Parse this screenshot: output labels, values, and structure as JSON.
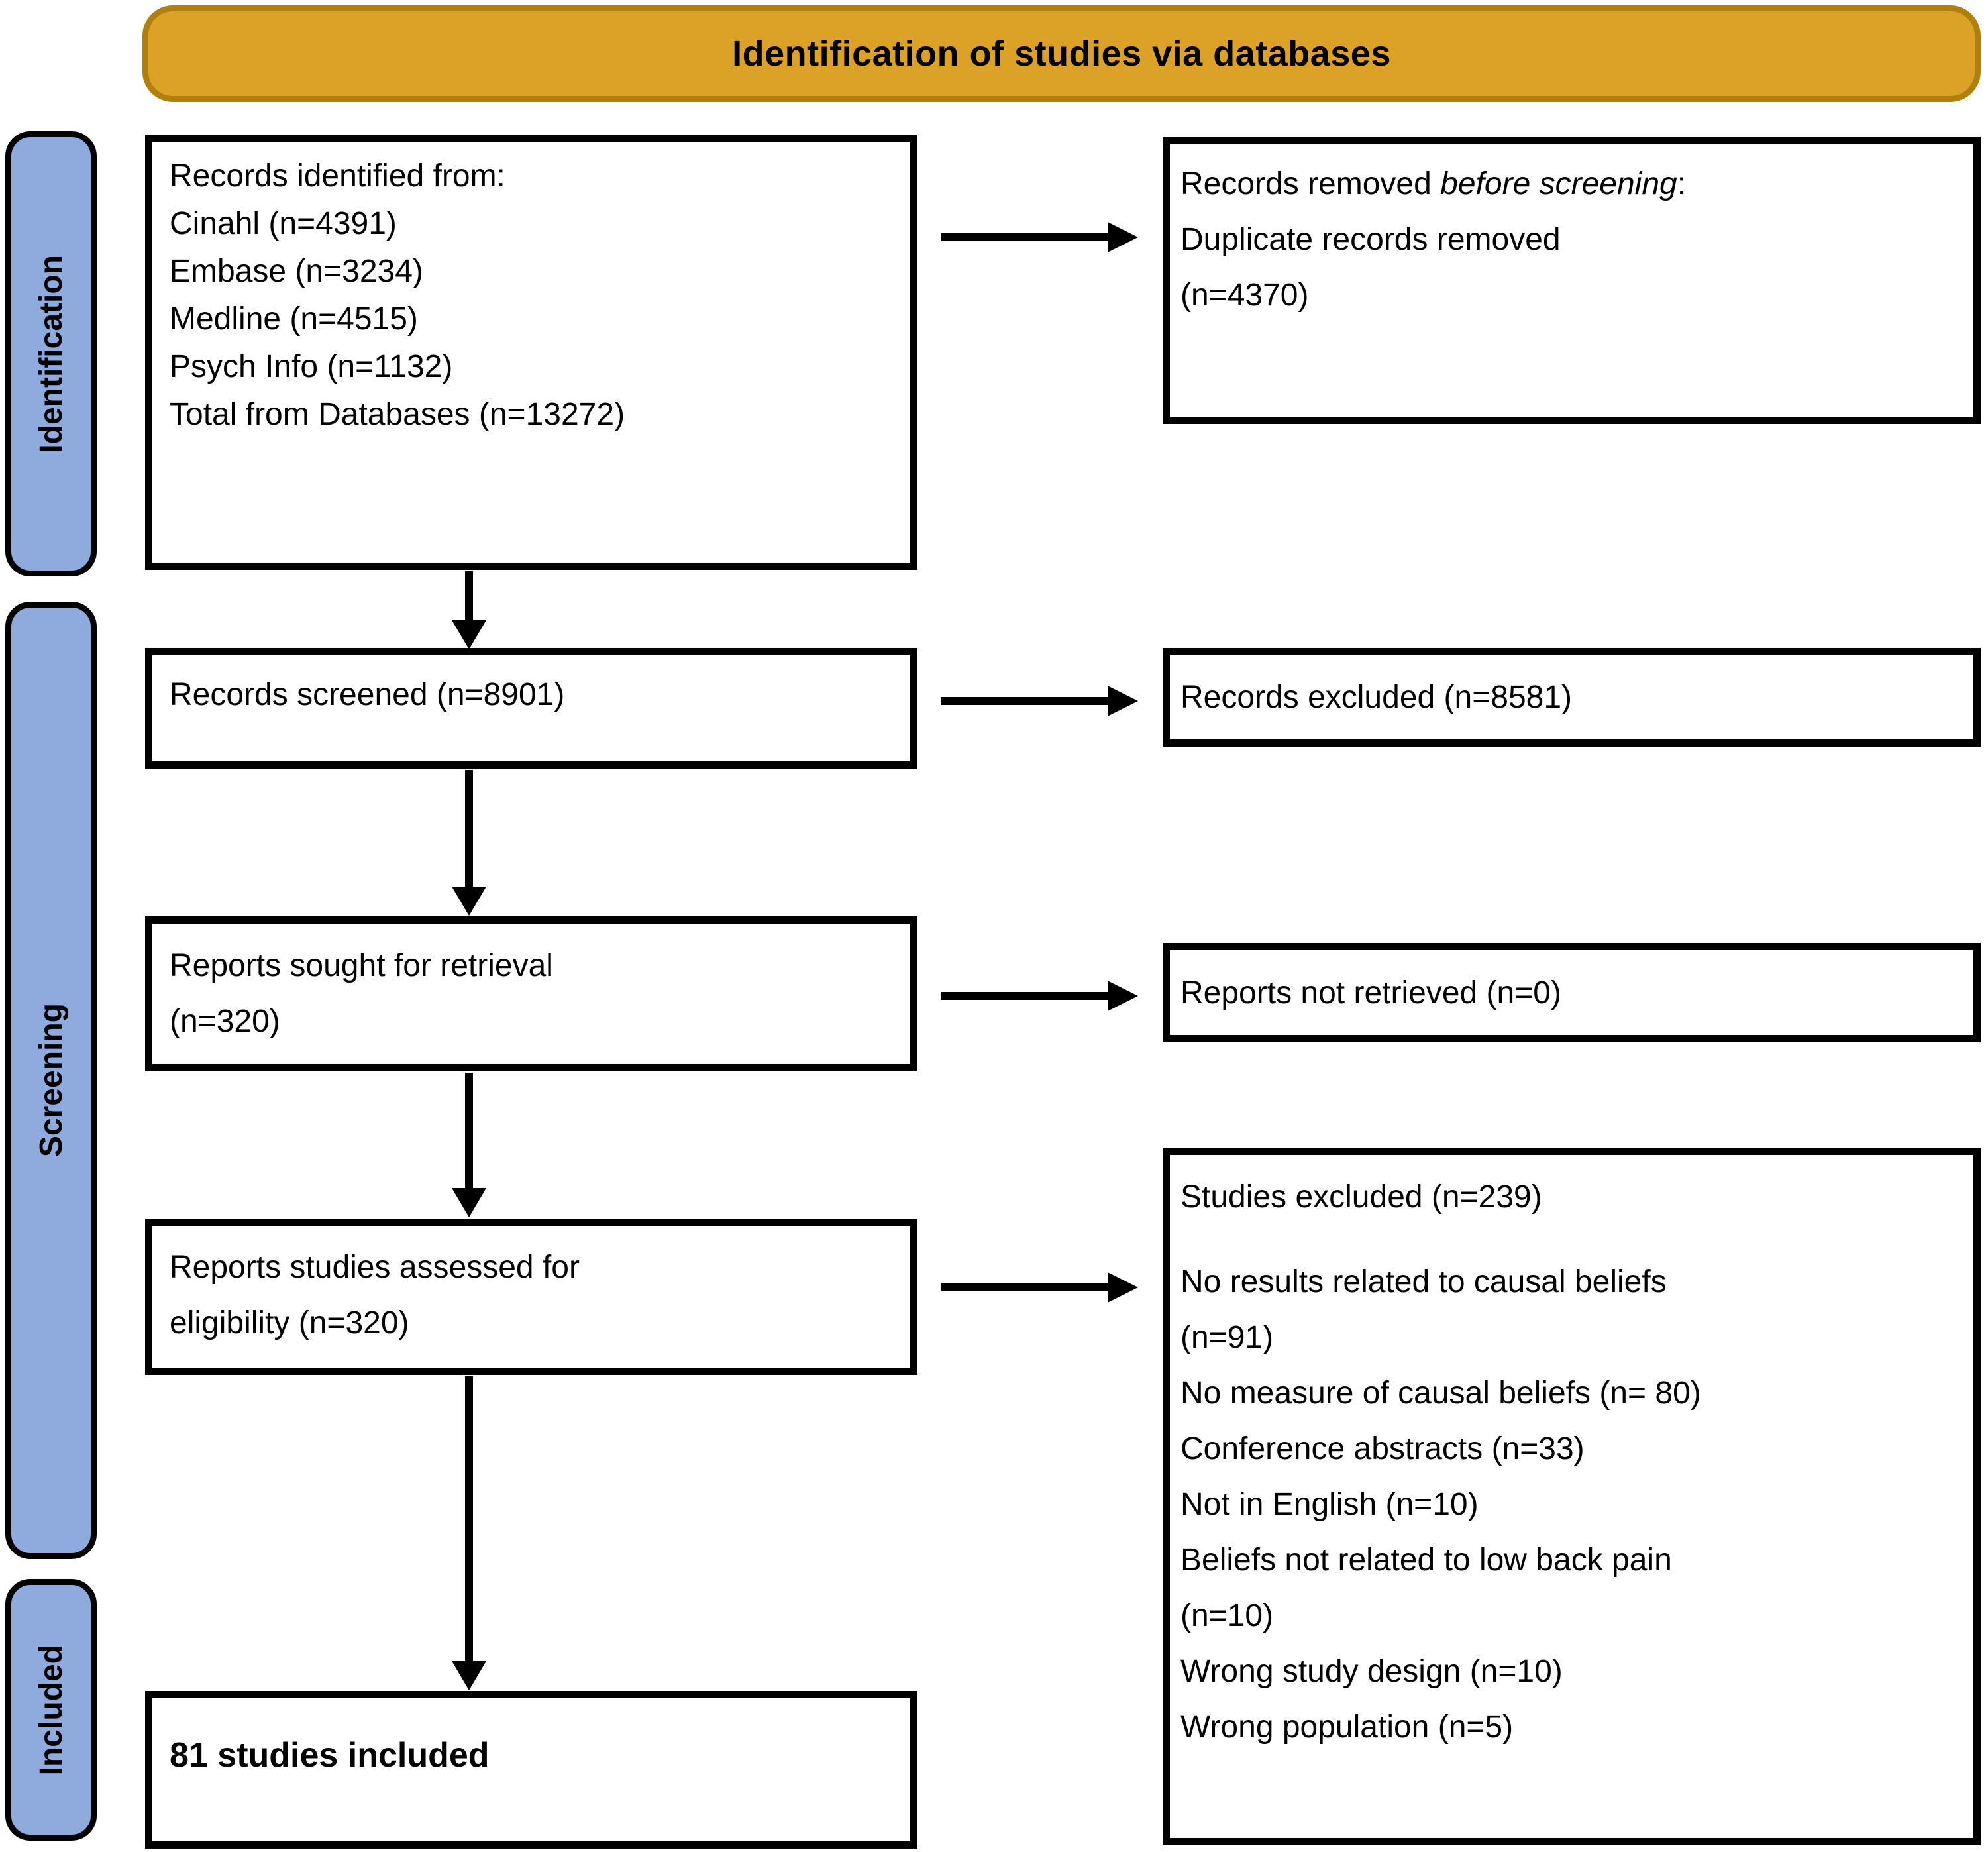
{
  "banner": {
    "title": "Identification of studies via databases"
  },
  "stages": {
    "identification": "Identification",
    "screening": "Screening",
    "included": "Included"
  },
  "colors": {
    "banner_fill": "#DCA227",
    "banner_border": "#AF7F10",
    "stage_fill": "#8FAADC",
    "box_background": "#FFFFFF",
    "line_color": "#000000"
  },
  "boxes": {
    "records_identified": {
      "lines": [
        "Records identified from:",
        "Cinahl (n=4391)",
        "Embase (n=3234)",
        "Medline (n=4515)",
        "Psych Info (n=1132)",
        "Total from Databases (n=13272)"
      ]
    },
    "records_removed": {
      "line1_prefix": "Records removed ",
      "line1_italic": "before screening",
      "line1_suffix": ":",
      "line2": "Duplicate records removed",
      "line3": "(n=4370)"
    },
    "records_screened": {
      "text": "Records screened (n=8901)"
    },
    "records_excluded": {
      "text": "Records excluded (n=8581)"
    },
    "reports_sought": {
      "line1": "Reports sought for retrieval",
      "line2": "(n=320)"
    },
    "reports_not_retrieved": {
      "text": "Reports not retrieved (n=0)"
    },
    "reports_assessed": {
      "line1": "Reports studies assessed for",
      "line2": "eligibility (n=320)"
    },
    "studies_excluded": {
      "title": "Studies excluded (n=239)",
      "lines": [
        "No results related to causal beliefs",
        "(n=91)",
        "No measure of causal beliefs (n= 80)",
        "Conference abstracts (n=33)",
        "Not in English (n=10)",
        "Beliefs not related to low back pain",
        "(n=10)",
        "Wrong study design (n=10)",
        "Wrong population (n=5)"
      ]
    },
    "studies_included": {
      "text": "81 studies included"
    }
  }
}
